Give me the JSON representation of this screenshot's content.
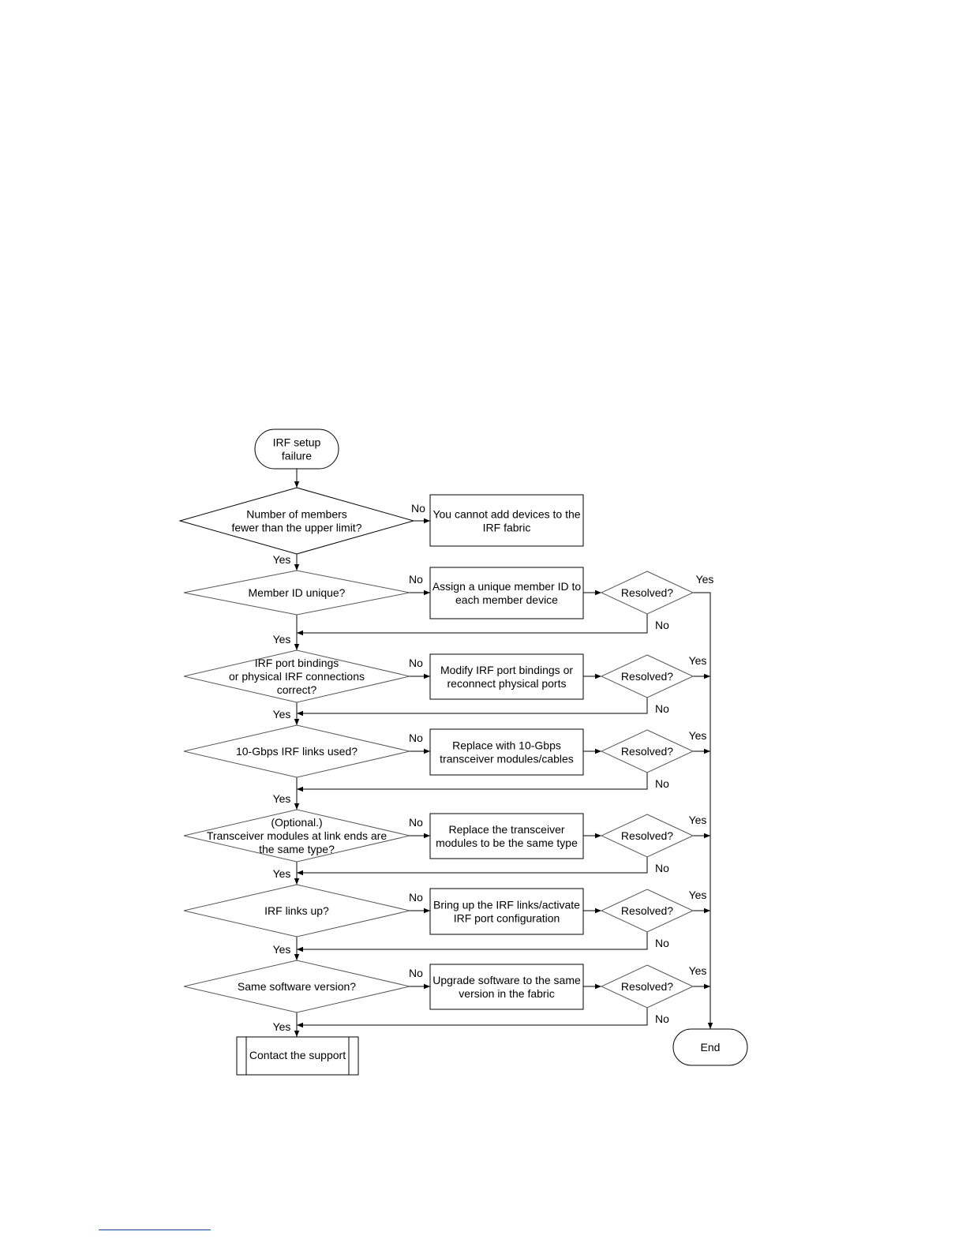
{
  "flowchart": {
    "start": [
      "IRF setup",
      "failure"
    ],
    "end": "End",
    "final_action": "Contact the support",
    "first_check": {
      "question": [
        "Number of members",
        "fewer than the upper limit?"
      ],
      "no_action": [
        "You cannot add devices to the",
        "IRF fabric"
      ]
    },
    "steps": [
      {
        "question": [
          "Member ID unique?"
        ],
        "action": [
          "Assign a unique member ID to",
          "each member device"
        ]
      },
      {
        "question": [
          "IRF port bindings",
          "or physical IRF connections",
          "correct?"
        ],
        "action": [
          "Modify IRF port bindings or",
          "reconnect physical ports"
        ]
      },
      {
        "question": [
          "10-Gbps IRF links used?"
        ],
        "action": [
          "Replace with 10-Gbps",
          "transceiver modules/cables"
        ]
      },
      {
        "question": [
          "(Optional.)",
          "Transceiver modules at link ends are",
          "the same type?"
        ],
        "action": [
          "Replace the transceiver",
          "modules to be the same type"
        ]
      },
      {
        "question": [
          "IRF links up?"
        ],
        "action": [
          "Bring up the IRF links/activate",
          "IRF port configuration"
        ]
      },
      {
        "question": [
          "Same software version?"
        ],
        "action": [
          "Upgrade software to the same",
          "version in the fabric"
        ]
      }
    ],
    "resolved_label": "Resolved?",
    "yes_label": "Yes",
    "no_label": "No"
  }
}
